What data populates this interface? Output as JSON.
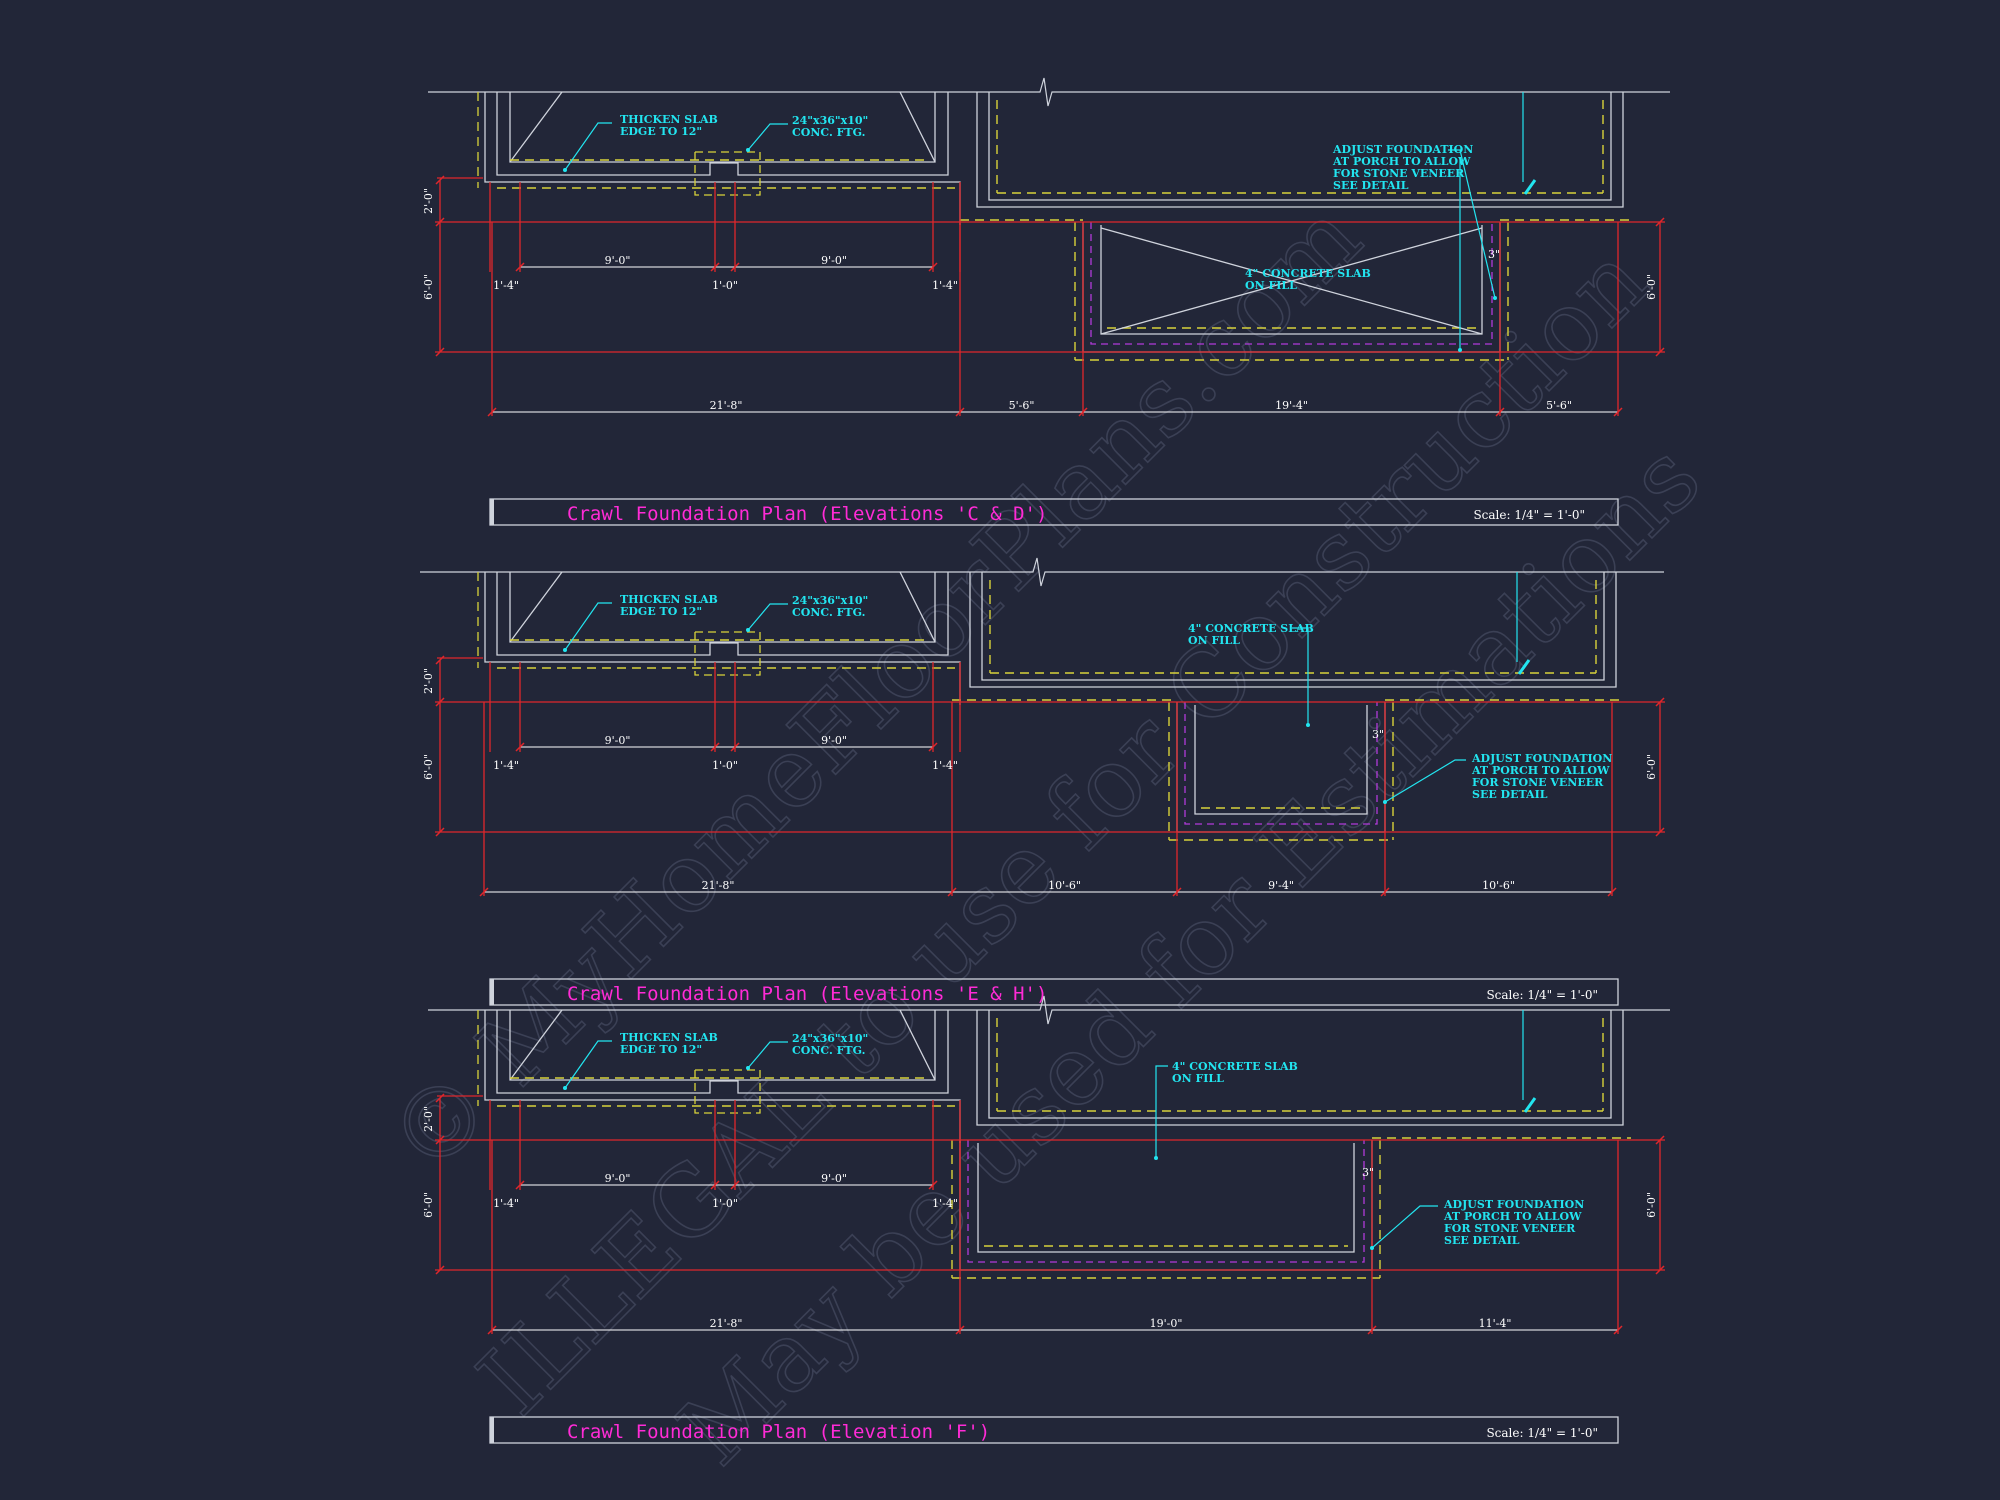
{
  "watermark": {
    "line1": "© MyHomeFloorPlans.com",
    "line2": "ILLEGAL to use for Construction",
    "line3": "May be used for Estimations"
  },
  "colors": {
    "background": "#222638",
    "wall": "#cfd3dc",
    "footing": "#d8d23a",
    "dimension": "#e0262b",
    "note": "#22e5f0",
    "title": "#ff2bd6",
    "veneer": "#b13bd9"
  },
  "plans": [
    {
      "title": "Crawl Foundation Plan (Elevations 'C & D')",
      "scale": "Scale: 1/4\" = 1'-0\"",
      "notes": {
        "thicken_slab": [
          "THICKEN SLAB",
          "EDGE TO 12\""
        ],
        "footing": [
          "24\"x36\"x10\"",
          "CONC. FTG."
        ],
        "adjust": [
          "ADJUST FOUNDATION",
          "AT PORCH TO ALLOW",
          "FOR STONE VENEER",
          "SEE DETAIL"
        ],
        "slab": [
          "4\" CONCRETE SLAB",
          "ON FILL"
        ]
      },
      "dims": {
        "left_upper": "2'-0\"",
        "left_lower": "6'-0\"",
        "right": "6'-0\"",
        "bay_a": "9'-0\"",
        "bay_b": "9'-0\"",
        "edge_l": "1'-4\"",
        "mid": "1'-0\"",
        "edge_r": "1'-4\"",
        "porch_inset": "3\"",
        "overall": [
          "21'-8\"",
          "5'-6\"",
          "19'-4\"",
          "5'-6\""
        ]
      }
    },
    {
      "title": "Crawl Foundation Plan (Elevations 'E & H')",
      "scale": "Scale: 1/4\" = 1'-0\"",
      "notes": {
        "thicken_slab": [
          "THICKEN SLAB",
          "EDGE TO 12\""
        ],
        "footing": [
          "24\"x36\"x10\"",
          "CONC. FTG."
        ],
        "adjust": [
          "ADJUST FOUNDATION",
          "AT PORCH TO ALLOW",
          "FOR STONE VENEER",
          "SEE DETAIL"
        ],
        "slab": [
          "4\" CONCRETE SLAB",
          "ON FILL"
        ]
      },
      "dims": {
        "left_upper": "2'-0\"",
        "left_lower": "6'-0\"",
        "right": "6'-0\"",
        "bay_a": "9'-0\"",
        "bay_b": "9'-0\"",
        "edge_l": "1'-4\"",
        "mid": "1'-0\"",
        "edge_r": "1'-4\"",
        "porch_inset": "3\"",
        "overall": [
          "21'-8\"",
          "10'-6\"",
          "9'-4\"",
          "10'-6\""
        ]
      }
    },
    {
      "title": "Crawl Foundation Plan (Elevation 'F')",
      "scale": "Scale: 1/4\" = 1'-0\"",
      "notes": {
        "thicken_slab": [
          "THICKEN SLAB",
          "EDGE TO 12\""
        ],
        "footing": [
          "24\"x36\"x10\"",
          "CONC. FTG."
        ],
        "adjust": [
          "ADJUST FOUNDATION",
          "AT PORCH TO ALLOW",
          "FOR STONE VENEER",
          "SEE DETAIL"
        ],
        "slab": [
          "4\" CONCRETE SLAB",
          "ON FILL"
        ]
      },
      "dims": {
        "left_upper": "2'-0\"",
        "left_lower": "6'-0\"",
        "right": "6'-0\"",
        "bay_a": "9'-0\"",
        "bay_b": "9'-0\"",
        "edge_l": "1'-4\"",
        "mid": "1'-0\"",
        "edge_r": "1'-4\"",
        "porch_inset": "3\"",
        "overall": [
          "21'-8\"",
          "19'-0\"",
          "11'-4\""
        ]
      }
    }
  ]
}
